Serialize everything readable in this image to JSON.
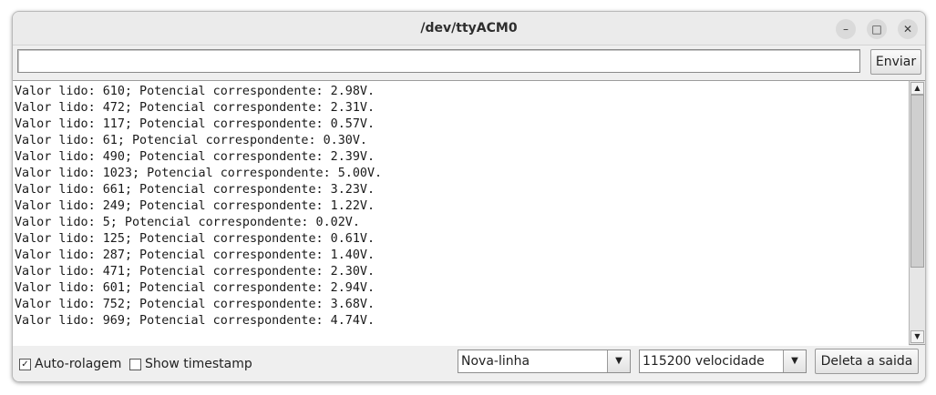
{
  "window": {
    "title": "/dev/ttyACM0",
    "controls": {
      "minimize": "–",
      "maximize": "□",
      "close": "✕"
    }
  },
  "send": {
    "input_value": "",
    "button_label": "Enviar"
  },
  "console": {
    "lines": [
      "Valor lido: 610; Potencial correspondente: 2.98V.",
      "Valor lido: 472; Potencial correspondente: 2.31V.",
      "Valor lido: 117; Potencial correspondente: 0.57V.",
      "Valor lido: 61; Potencial correspondente: 0.30V.",
      "Valor lido: 490; Potencial correspondente: 2.39V.",
      "Valor lido: 1023; Potencial correspondente: 5.00V.",
      "Valor lido: 661; Potencial correspondente: 3.23V.",
      "Valor lido: 249; Potencial correspondente: 1.22V.",
      "Valor lido: 5; Potencial correspondente: 0.02V.",
      "Valor lido: 125; Potencial correspondente: 0.61V.",
      "Valor lido: 287; Potencial correspondente: 1.40V.",
      "Valor lido: 471; Potencial correspondente: 2.30V.",
      "Valor lido: 601; Potencial correspondente: 2.94V.",
      "Valor lido: 752; Potencial correspondente: 3.68V.",
      "Valor lido: 969; Potencial correspondente: 4.74V."
    ]
  },
  "scrollbar": {
    "up_icon": "▲",
    "down_icon": "▼"
  },
  "bottom": {
    "autoscroll": {
      "label": "Auto-rolagem",
      "checked": true,
      "mark": "✓"
    },
    "timestamp": {
      "label": "Show timestamp",
      "checked": false,
      "mark": ""
    },
    "line_ending": {
      "value": "Nova-linha",
      "arrow": "▼"
    },
    "baud": {
      "value": "115200 velocidade",
      "arrow": "▼"
    },
    "clear_label": "Deleta a saida"
  }
}
